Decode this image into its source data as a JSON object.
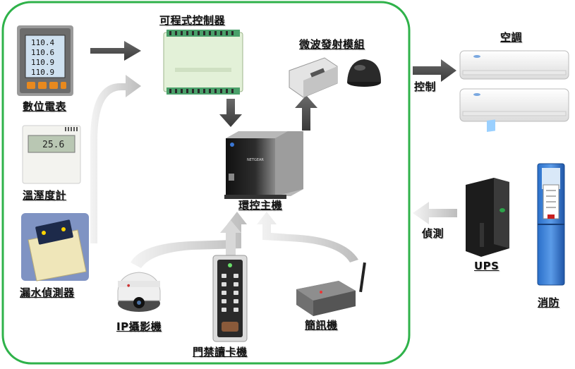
{
  "title": "",
  "colors": {
    "border": "#2fb24a",
    "arrow_dark": "#555555",
    "arrow_light": "#e0e0e0",
    "device_dark": "#2a2a2a",
    "device_body": "#d8d8d8",
    "panel_green": "#e3f1d8"
  },
  "nodes": {
    "power_meter": "數位電表",
    "thermo": "溫溼度計",
    "leak": "漏水偵測器",
    "plc": "可程式控制器",
    "microwave": "微波發射模組",
    "host": "環控主機",
    "ip_camera": "IP攝影機",
    "card_reader": "門禁讀卡機",
    "sms": "簡訊機",
    "aircon": "空調",
    "ups": "UPS",
    "fire": "消防"
  },
  "edges": {
    "control": "控制",
    "detect": "偵測"
  },
  "meter_readings": [
    "110.4",
    "110.6",
    "110.9",
    "110.9"
  ],
  "thermo_reading": "25.6",
  "host_brand": "NETGEAR"
}
